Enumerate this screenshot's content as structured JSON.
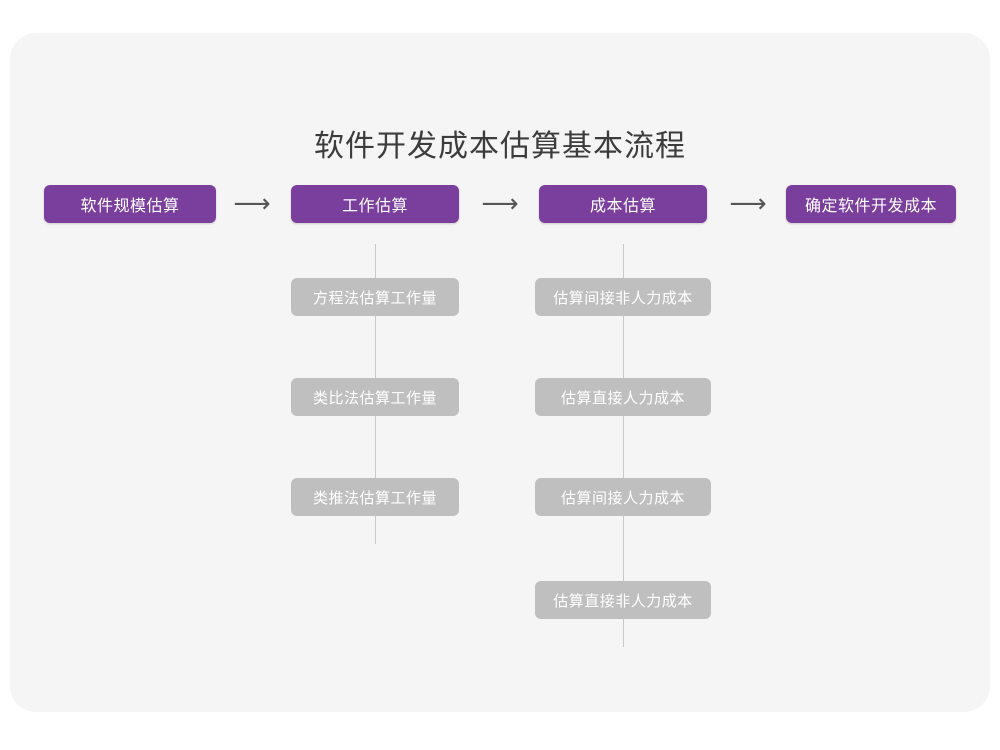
{
  "canvas": {
    "background_color": "#f5f5f5",
    "page_background_color": "#ffffff"
  },
  "header": {
    "title": "软件开发成本估算基本流程",
    "title_color": "#3c3c3c"
  },
  "theme": {
    "primary_color": "#7a3e9d",
    "secondary_color": "#bfbfbf",
    "connector_color": "#c9c9c9",
    "arrow_color": "#555555",
    "node_text_color": "#ffffff"
  },
  "diagram": {
    "type": "flowchart",
    "arrow_glyph": "⟶",
    "stages": [
      {
        "id": "stage-1",
        "label": "软件规模估算",
        "substeps": []
      },
      {
        "id": "stage-2",
        "label": "工作估算",
        "substeps": [
          {
            "id": "stage-2-sub-1",
            "label": "方程法估算工作量"
          },
          {
            "id": "stage-2-sub-2",
            "label": "类比法估算工作量"
          },
          {
            "id": "stage-2-sub-3",
            "label": "类推法估算工作量"
          }
        ]
      },
      {
        "id": "stage-3",
        "label": "成本估算",
        "substeps": [
          {
            "id": "stage-3-sub-1",
            "label": "估算间接非人力成本"
          },
          {
            "id": "stage-3-sub-2",
            "label": "估算直接人力成本"
          },
          {
            "id": "stage-3-sub-3",
            "label": "估算间接人力成本"
          },
          {
            "id": "stage-3-sub-4",
            "label": "估算直接非人力成本"
          }
        ]
      },
      {
        "id": "stage-4",
        "label": "确定软件开发成本",
        "substeps": []
      }
    ],
    "arrows": [
      {
        "id": "arrow-1",
        "glyph": "⟶",
        "from": "stage-1",
        "to": "stage-2"
      },
      {
        "id": "arrow-2",
        "glyph": "⟶",
        "from": "stage-2",
        "to": "stage-3"
      },
      {
        "id": "arrow-3",
        "glyph": "⟶",
        "from": "stage-3",
        "to": "stage-4"
      }
    ]
  }
}
